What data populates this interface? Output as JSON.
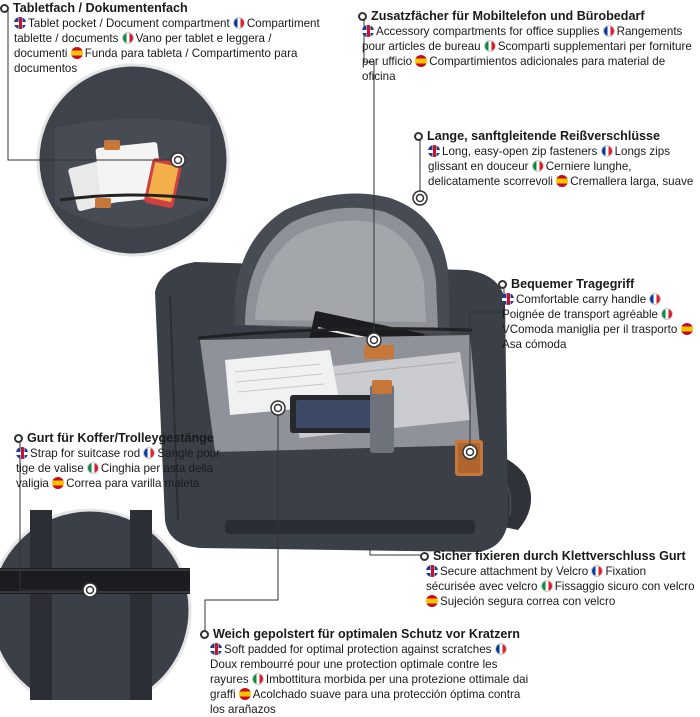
{
  "callouts": [
    {
      "id": "tablet",
      "title": "Tabletfach / Dokumentenfach",
      "parts": [
        {
          "flag": "gb",
          "text": "Tablet pocket / Document compartment "
        },
        {
          "flag": "fr",
          "text": "Compartiment tablette / documents "
        },
        {
          "flag": "it",
          "text": "Vano per tablet e leggera / documenti "
        },
        {
          "flag": "es",
          "text": "Funda para tableta / Compartimento para documentos"
        }
      ]
    },
    {
      "id": "accessory",
      "title": "Zusatzfächer für Mobiltelefon und Bürobedarf",
      "parts": [
        {
          "flag": "gb",
          "text": "Accessory compartments for office supplies "
        },
        {
          "flag": "fr",
          "text": "Rangements pour articles de bureau "
        },
        {
          "flag": "it",
          "text": "Scomparti supplementari per forniture per ufficio "
        },
        {
          "flag": "es",
          "text": "Compartimientos adicionales para material de oficina"
        }
      ]
    },
    {
      "id": "zipper",
      "title": "Lange, sanftgleitende Reißverschlüsse",
      "parts": [
        {
          "flag": "gb",
          "text": "Long, easy-open zip fasteners "
        },
        {
          "flag": "fr",
          "text": "Longs zips glissant en douceur "
        },
        {
          "flag": "it",
          "text": "Cerniere lunghe, delicatamente scorrevoli "
        },
        {
          "flag": "es",
          "text": "Cremallera larga, suave"
        }
      ]
    },
    {
      "id": "handle",
      "title": "Bequemer Tragegriff",
      "parts": [
        {
          "flag": "gb",
          "text": "Comfortable carry handle "
        },
        {
          "flag": "fr",
          "text": "Poignée de transport agréable "
        },
        {
          "flag": "it",
          "text": "VComoda maniglia per il trasporto "
        },
        {
          "flag": "es",
          "text": "Asa cómoda"
        }
      ]
    },
    {
      "id": "trolley",
      "title": "Gurt für Koffer/Trolleygestänge",
      "parts": [
        {
          "flag": "gb",
          "text": "Strap for suitcase rod "
        },
        {
          "flag": "fr",
          "text": "Sangle pour tige de valise "
        },
        {
          "flag": "it",
          "text": "Cinghia per asta della valigia "
        },
        {
          "flag": "es",
          "text": "Correa para varilla maleta"
        }
      ]
    },
    {
      "id": "velcro",
      "title": "Sicher fixieren durch Klettverschluss Gurt",
      "parts": [
        {
          "flag": "gb",
          "text": "Secure attachment by Velcro "
        },
        {
          "flag": "fr",
          "text": "Fixation sécurisée avec velcro "
        },
        {
          "flag": "it",
          "text": "Fissaggio sicuro con velcro "
        },
        {
          "flag": "es",
          "text": "Sujeción segura correa con velcro"
        }
      ]
    },
    {
      "id": "padded",
      "title": "Weich gepolstert für optimalen Schutz vor Kratzern",
      "parts": [
        {
          "flag": "gb",
          "text": "Soft padded for optimal protection against scratches "
        },
        {
          "flag": "fr",
          "text": "Doux rembourré pour une protection optimale contre les rayures "
        },
        {
          "flag": "it",
          "text": "Imbottitura morbida per una protezione ottimale dai graffi "
        },
        {
          "flag": "es",
          "text": "Acolchado suave para una protección óptima contra los arañazos"
        }
      ]
    }
  ],
  "colors": {
    "fabric": "#3b3f47",
    "fabric_light": "#4d525b",
    "lining": "#9a9da3",
    "leather": "#c8773a",
    "line": "#333333"
  }
}
